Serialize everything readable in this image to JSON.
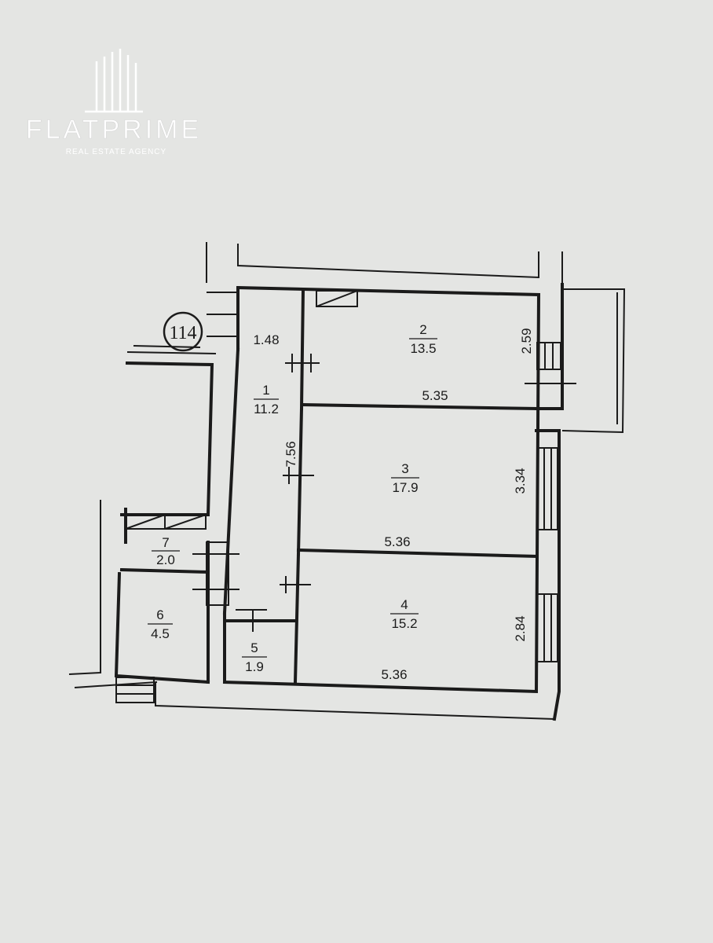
{
  "logo": {
    "name": "FLATPRIME",
    "tagline": "REAL ESTATE AGENCY",
    "color": "#ffffff"
  },
  "plan": {
    "apartment_number": "114",
    "rooms": [
      {
        "number": "1",
        "area": "11.2"
      },
      {
        "number": "2",
        "area": "13.5"
      },
      {
        "number": "3",
        "area": "17.9"
      },
      {
        "number": "4",
        "area": "15.2"
      },
      {
        "number": "5",
        "area": "1.9"
      },
      {
        "number": "6",
        "area": "4.5"
      },
      {
        "number": "7",
        "area": "2.0"
      }
    ],
    "dimensions": {
      "d_corridor_width": "1.48",
      "d_corridor_length": "7.56",
      "d_room2_length": "5.35",
      "d_room2_width": "2.59",
      "d_room3_length": "5.36",
      "d_room3_width": "3.34",
      "d_room4_length": "5.36",
      "d_room4_width": "2.84"
    },
    "line_color": "#1b1b1b",
    "paper_color": "#e4e5e3"
  }
}
